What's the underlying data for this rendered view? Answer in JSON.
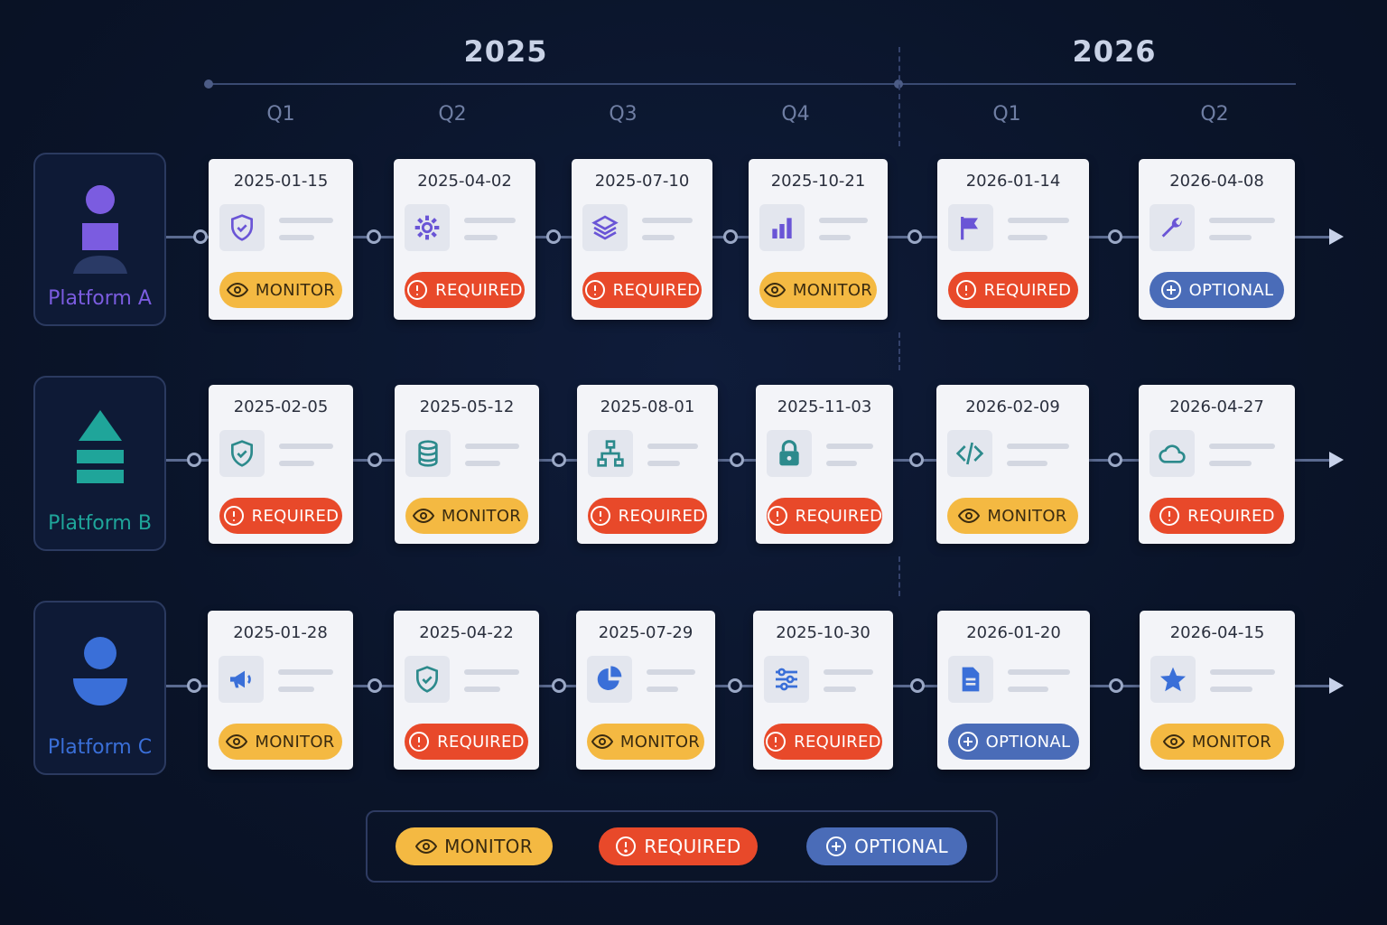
{
  "years": [
    {
      "label": "2025"
    },
    {
      "label": "2026"
    }
  ],
  "quarters": [
    {
      "label": "Q1"
    },
    {
      "label": "Q2"
    },
    {
      "label": "Q3"
    },
    {
      "label": "Q4"
    },
    {
      "label": "Q1"
    },
    {
      "label": "Q2"
    }
  ],
  "colors": {
    "monitor": "#f4b942",
    "required": "#e8492a",
    "optional": "#4a6cb8",
    "platform_a": "#7b5ce0",
    "platform_b": "#1fa59a",
    "platform_c": "#3a6fd8"
  },
  "platforms": [
    {
      "name": "Platform A",
      "icon": "person-icon",
      "milestones": [
        {
          "date": "2025-01-15",
          "icon": "shield-icon",
          "status": "MONITOR"
        },
        {
          "date": "2025-04-02",
          "icon": "gear-icon",
          "status": "REQUIRED"
        },
        {
          "date": "2025-07-10",
          "icon": "layers-icon",
          "status": "REQUIRED"
        },
        {
          "date": "2025-10-21",
          "icon": "bar-chart-icon",
          "status": "MONITOR"
        },
        {
          "date": "2026-01-14",
          "icon": "flag-icon",
          "status": "REQUIRED"
        },
        {
          "date": "2026-04-08",
          "icon": "wrench-icon",
          "status": "OPTIONAL"
        }
      ]
    },
    {
      "name": "Platform B",
      "icon": "stack-triangle-icon",
      "milestones": [
        {
          "date": "2025-02-05",
          "icon": "shield-check-icon",
          "status": "REQUIRED"
        },
        {
          "date": "2025-05-12",
          "icon": "database-icon",
          "status": "MONITOR"
        },
        {
          "date": "2025-08-01",
          "icon": "hierarchy-icon",
          "status": "REQUIRED"
        },
        {
          "date": "2025-11-03",
          "icon": "lock-icon",
          "status": "REQUIRED"
        },
        {
          "date": "2026-02-09",
          "icon": "code-icon",
          "status": "MONITOR"
        },
        {
          "date": "2026-04-27",
          "icon": "cloud-icon",
          "status": "REQUIRED"
        }
      ]
    },
    {
      "name": "Platform C",
      "icon": "user-circle-icon",
      "milestones": [
        {
          "date": "2025-01-28",
          "icon": "megaphone-icon",
          "status": "MONITOR"
        },
        {
          "date": "2025-04-22",
          "icon": "shield-check-icon",
          "status": "REQUIRED"
        },
        {
          "date": "2025-07-29",
          "icon": "pie-chart-icon",
          "status": "MONITOR"
        },
        {
          "date": "2025-10-30",
          "icon": "sliders-icon",
          "status": "REQUIRED"
        },
        {
          "date": "2026-01-20",
          "icon": "document-icon",
          "status": "OPTIONAL"
        },
        {
          "date": "2026-04-15",
          "icon": "star-icon",
          "status": "MONITOR"
        }
      ]
    }
  ],
  "legend": [
    {
      "label": "MONITOR",
      "icon": "eye-icon"
    },
    {
      "label": "REQUIRED",
      "icon": "alert-icon"
    },
    {
      "label": "OPTIONAL",
      "icon": "plus-circle-icon"
    }
  ]
}
